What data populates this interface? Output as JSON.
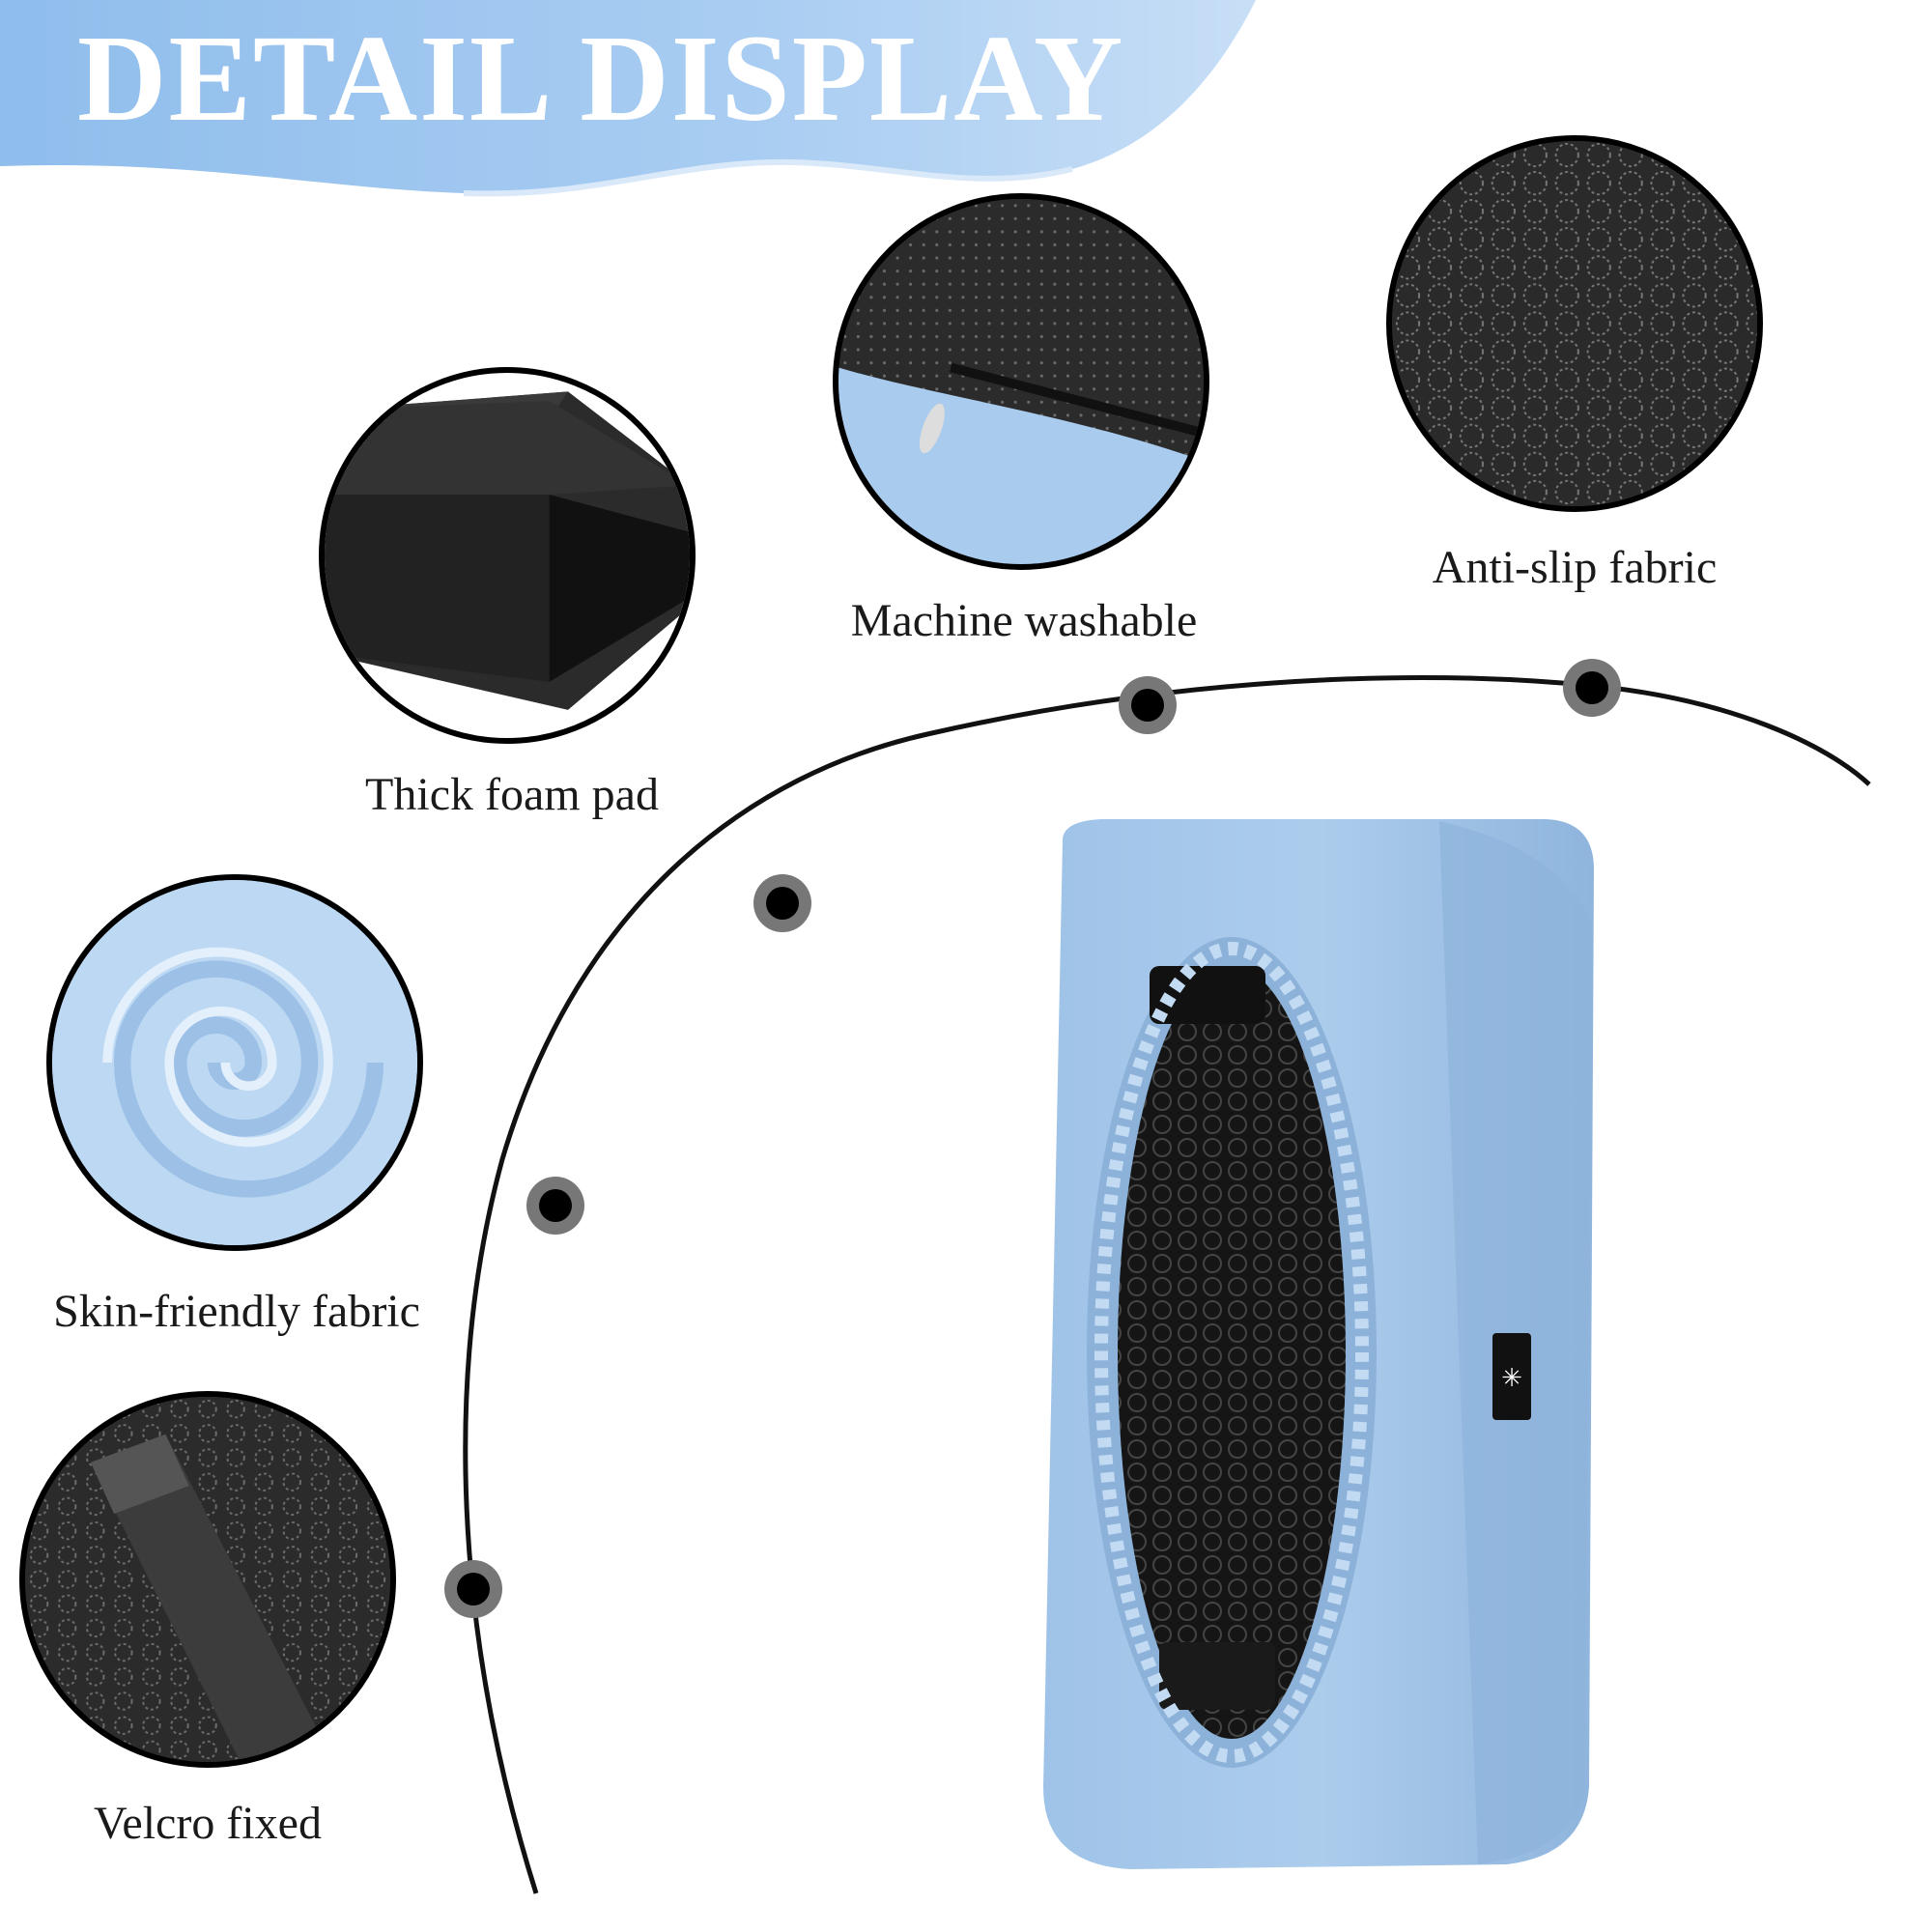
{
  "banner": {
    "title": "DETAIL DISPLAY"
  },
  "features": [
    {
      "id": "thick-foam",
      "label": "Thick foam pad"
    },
    {
      "id": "machine-washable",
      "label": "Machine washable"
    },
    {
      "id": "anti-slip",
      "label": "Anti-slip fabric"
    },
    {
      "id": "skin-friendly",
      "label": "Skin-friendly fabric"
    },
    {
      "id": "velcro",
      "label": "Velcro fixed"
    }
  ],
  "colors": {
    "banner_blue": "#a9cdf2",
    "cover_blue": "#a7c9ea",
    "foam_black": "#1b1b1b",
    "text": "#1a1a1a"
  }
}
